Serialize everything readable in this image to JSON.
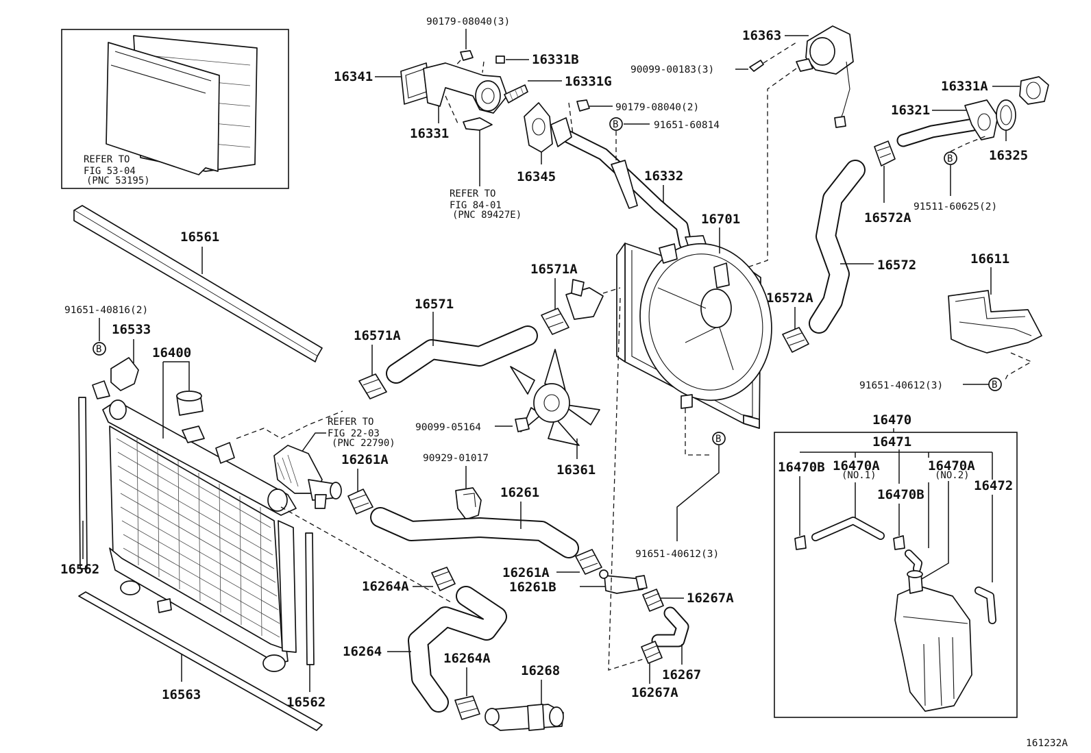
{
  "diagram_id": "161232A",
  "notes": {
    "shroud_ref": [
      "REFER TO",
      "FIG 53-04",
      "(PNC 53195)"
    ],
    "sensor_ref": [
      "REFER TO",
      "FIG 84-01",
      "(PNC 89427E)"
    ],
    "engine_ref": [
      "REFER TO",
      "FIG 22-03",
      "(PNC 22790)"
    ]
  },
  "bolt_marker": "B",
  "parts": {
    "p16341": "16341",
    "p16331": "16331",
    "p90179_08040_3": "90179-08040(3)",
    "p16331B": "16331B",
    "p16331G": "16331G",
    "p16345": "16345",
    "p90179_08040_2": "90179-08040(2)",
    "p91651_60814": "91651-60814",
    "p16332": "16332",
    "p16363": "16363",
    "p90099_00183_3": "90099-00183(3)",
    "p16701": "16701",
    "p16331A": "16331A",
    "p16321": "16321",
    "p16325": "16325",
    "p91511_60625_2": "91511-60625(2)",
    "p16572A_top": "16572A",
    "p16572": "16572",
    "p16572A_mid": "16572A",
    "p16611": "16611",
    "p91651_40612_3_right": "91651-40612(3)",
    "p16561": "16561",
    "p91651_40816_2": "91651-40816(2)",
    "p16533": "16533",
    "p16400": "16400",
    "p16571A_left": "16571A",
    "p16571": "16571",
    "p16571A_top": "16571A",
    "p90099_05164": "90099-05164",
    "p16361": "16361",
    "p16261A_top": "16261A",
    "p90929_01017": "90929-01017",
    "p16261": "16261",
    "p91651_40612_3_mid": "91651-40612(3)",
    "p16562_left": "16562",
    "p16264A_top": "16264A",
    "p16261A_low": "16261A",
    "p16261B": "16261B",
    "p16267A_top": "16267A",
    "p16264": "16264",
    "p16264A_low": "16264A",
    "p16268": "16268",
    "p16267": "16267",
    "p16267A_low": "16267A",
    "p16563": "16563",
    "p16562_right": "16562",
    "p16470": "16470",
    "p16471": "16471",
    "p16470B_left": "16470B",
    "p16470A_1": "16470A",
    "p16470A_1_sub": "(NO.1)",
    "p16470A_2": "16470A",
    "p16470A_2_sub": "(NO.2)",
    "p16470B_right": "16470B",
    "p16472": "16472"
  }
}
